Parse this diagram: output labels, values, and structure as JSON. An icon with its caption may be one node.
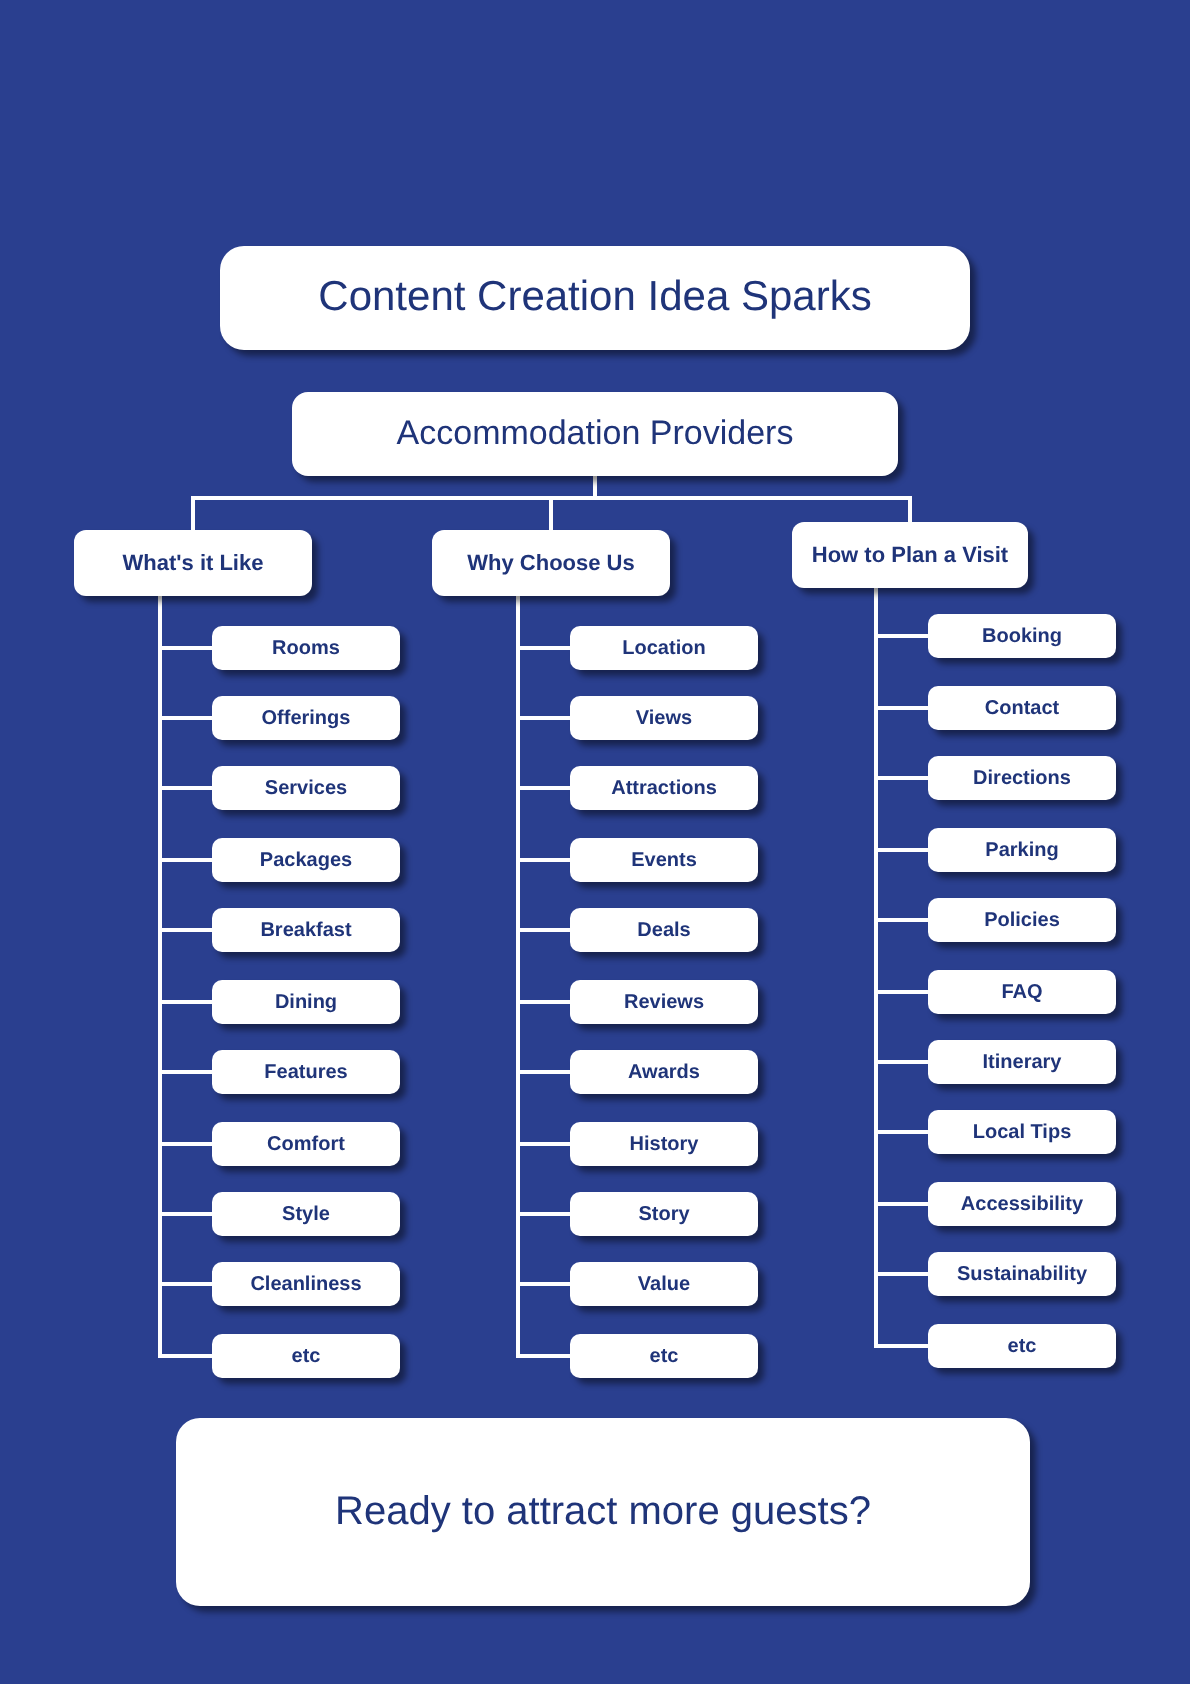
{
  "diagram": {
    "nodes": [
      {
        "text": [
          "Content Creation Idea Sparks"
        ]
      },
      {
        "text": [
          "Accommodation Providers"
        ]
      },
      {
        "text": [
          "What's it Like"
        ]
      },
      {
        "text": [
          "Why Choose Us"
        ]
      },
      {
        "text": [
          "How to Plan a Visit"
        ]
      },
      {
        "text": [
          "Rooms"
        ]
      },
      {
        "text": [
          "Offerings"
        ]
      },
      {
        "text": [
          "Services"
        ]
      },
      {
        "text": [
          "Packages"
        ]
      },
      {
        "text": [
          "Breakfast"
        ]
      },
      {
        "text": [
          "Dining"
        ]
      },
      {
        "text": [
          "Features"
        ]
      },
      {
        "text": [
          "Comfort"
        ]
      },
      {
        "text": [
          "Style"
        ]
      },
      {
        "text": [
          "Cleanliness"
        ]
      },
      {
        "text": [
          "etc"
        ]
      },
      {
        "text": [
          "Location"
        ]
      },
      {
        "text": [
          "Views"
        ]
      },
      {
        "text": [
          "Attractions"
        ]
      },
      {
        "text": [
          "Events"
        ]
      },
      {
        "text": [
          "Deals"
        ]
      },
      {
        "text": [
          "Reviews"
        ]
      },
      {
        "text": [
          "Awards"
        ]
      },
      {
        "text": [
          "History"
        ]
      },
      {
        "text": [
          "Story"
        ]
      },
      {
        "text": [
          "Value"
        ]
      },
      {
        "text": [
          "etc"
        ]
      },
      {
        "text": [
          "Booking"
        ]
      },
      {
        "text": [
          "Contact"
        ]
      },
      {
        "text": [
          "Directions"
        ]
      },
      {
        "text": [
          "Parking"
        ]
      },
      {
        "text": [
          "Policies"
        ]
      },
      {
        "text": [
          "FAQ"
        ]
      },
      {
        "text": [
          "Itinerary"
        ]
      },
      {
        "text": [
          "Local Tips"
        ]
      },
      {
        "text": [
          "Accessibility"
        ]
      },
      {
        "text": [
          "Sustainability"
        ]
      },
      {
        "text": [
          "etc"
        ]
      },
      {
        "text": [
          "Ready to attract more guests?"
        ]
      }
    ],
    "edges": [
      {
        "from": 1,
        "to": 2,
        "arrow": "none"
      },
      {
        "from": 1,
        "to": 3,
        "arrow": "none"
      },
      {
        "from": 1,
        "to": 4,
        "arrow": "none"
      },
      {
        "from": 2,
        "to": 5,
        "arrow": "none"
      },
      {
        "from": 2,
        "to": 6,
        "arrow": "none"
      },
      {
        "from": 2,
        "to": 7,
        "arrow": "none"
      },
      {
        "from": 2,
        "to": 8,
        "arrow": "none"
      },
      {
        "from": 2,
        "to": 9,
        "arrow": "none"
      },
      {
        "from": 2,
        "to": 10,
        "arrow": "none"
      },
      {
        "from": 2,
        "to": 11,
        "arrow": "none"
      },
      {
        "from": 2,
        "to": 12,
        "arrow": "none"
      },
      {
        "from": 2,
        "to": 13,
        "arrow": "none"
      },
      {
        "from": 2,
        "to": 14,
        "arrow": "none"
      },
      {
        "from": 2,
        "to": 15,
        "arrow": "none"
      },
      {
        "from": 3,
        "to": 16,
        "arrow": "none"
      },
      {
        "from": 3,
        "to": 17,
        "arrow": "none"
      },
      {
        "from": 3,
        "to": 18,
        "arrow": "none"
      },
      {
        "from": 3,
        "to": 19,
        "arrow": "none"
      },
      {
        "from": 3,
        "to": 20,
        "arrow": "none"
      },
      {
        "from": 3,
        "to": 21,
        "arrow": "none"
      },
      {
        "from": 3,
        "to": 22,
        "arrow": "none"
      },
      {
        "from": 3,
        "to": 23,
        "arrow": "none"
      },
      {
        "from": 3,
        "to": 24,
        "arrow": "none"
      },
      {
        "from": 3,
        "to": 25,
        "arrow": "none"
      },
      {
        "from": 3,
        "to": 26,
        "arrow": "none"
      },
      {
        "from": 4,
        "to": 27,
        "arrow": "none"
      },
      {
        "from": 4,
        "to": 28,
        "arrow": "none"
      },
      {
        "from": 4,
        "to": 29,
        "arrow": "none"
      },
      {
        "from": 4,
        "to": 30,
        "arrow": "none"
      },
      {
        "from": 4,
        "to": 31,
        "arrow": "none"
      },
      {
        "from": 4,
        "to": 32,
        "arrow": "none"
      },
      {
        "from": 4,
        "to": 33,
        "arrow": "none"
      },
      {
        "from": 4,
        "to": 34,
        "arrow": "none"
      },
      {
        "from": 4,
        "to": 35,
        "arrow": "none"
      },
      {
        "from": 4,
        "to": 36,
        "arrow": "none"
      },
      {
        "from": 4,
        "to": 37,
        "arrow": "none"
      }
    ]
  }
}
